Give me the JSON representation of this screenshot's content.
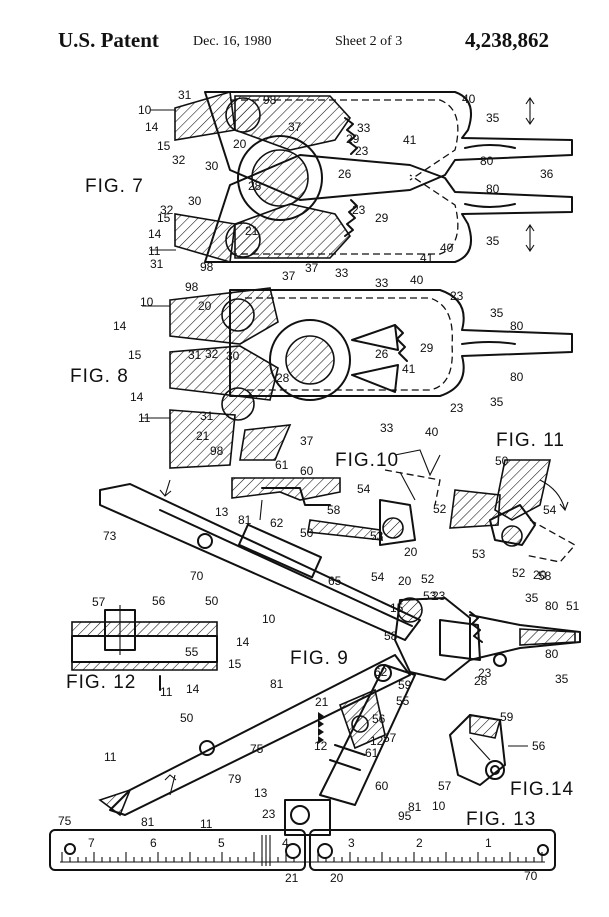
{
  "header": {
    "patent": "U.S. Patent",
    "date": "Dec. 16, 1980",
    "sheet": "Sheet 2 of 3",
    "number": "4,238,862"
  },
  "figures": {
    "fig7": "FIG. 7",
    "fig8": "FIG. 8",
    "fig9": "FIG. 9",
    "fig10": "FIG.10",
    "fig11": "FIG. 11",
    "fig12": "FIG. 12",
    "fig13": "FIG. 13",
    "fig14": "FIG.14"
  },
  "labels": {
    "fig7": [
      "10",
      "31",
      "98",
      "14",
      "15",
      "32",
      "30",
      "20",
      "37",
      "33",
      "29",
      "40",
      "41",
      "35",
      "80",
      "23",
      "36",
      "26",
      "28",
      "21",
      "11",
      "31",
      "98",
      "37",
      "33",
      "41",
      "40",
      "35",
      "29",
      "23",
      "80",
      "32",
      "30",
      "15",
      "14"
    ],
    "fig8": [
      "98",
      "10",
      "20",
      "14",
      "15",
      "31",
      "32",
      "30",
      "37",
      "33",
      "40",
      "23",
      "35",
      "80",
      "26",
      "29",
      "41",
      "28",
      "14",
      "11",
      "31",
      "21",
      "98",
      "37",
      "33",
      "40",
      "23",
      "35",
      "80"
    ],
    "fig10": [
      "61",
      "60",
      "62",
      "50",
      "58",
      "54",
      "52",
      "53",
      "20"
    ],
    "fig11": [
      "50",
      "54",
      "53",
      "52",
      "20",
      "58"
    ],
    "fig9": [
      "73",
      "13",
      "81",
      "70",
      "65",
      "10",
      "54",
      "20",
      "52",
      "53",
      "15",
      "58",
      "23",
      "35",
      "80",
      "51",
      "28",
      "23",
      "80",
      "35",
      "62",
      "59",
      "55",
      "21",
      "56",
      "12",
      "12",
      "61",
      "57",
      "60",
      "50",
      "75",
      "81",
      "14",
      "11",
      "79",
      "13",
      "23",
      "28"
    ],
    "fig12": [
      "57",
      "56",
      "50",
      "14",
      "55",
      "15",
      "11"
    ],
    "fig13": [
      "75",
      "81",
      "11",
      "95",
      "81",
      "10",
      "21",
      "20",
      "70"
    ],
    "fig14": [
      "59",
      "56",
      "57"
    ]
  },
  "ruler": {
    "left_numbers": [
      "7",
      "6",
      "5",
      "4"
    ],
    "right_numbers": [
      "3",
      "2",
      "1"
    ]
  }
}
